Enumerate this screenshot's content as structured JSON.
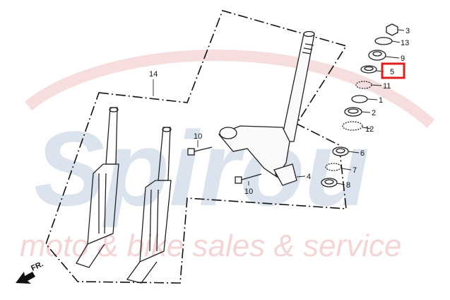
{
  "watermark": {
    "brand": "Spirou",
    "tagline": "moto & bike sales & service"
  },
  "diagram": {
    "group_label": "14",
    "direction_label": "FR.",
    "highlighted_part": "5",
    "colors": {
      "highlight": "#e0201c",
      "watermark_blue": "#dbe3ee",
      "watermark_red": "#f4d5d5",
      "ink": "#222222"
    },
    "parts": [
      {
        "label": "3"
      },
      {
        "label": "13"
      },
      {
        "label": "9"
      },
      {
        "label": "5"
      },
      {
        "label": "11"
      },
      {
        "label": "1"
      },
      {
        "label": "2"
      },
      {
        "label": "12"
      },
      {
        "label": "6"
      },
      {
        "label": "7"
      },
      {
        "label": "8"
      },
      {
        "label": "10"
      },
      {
        "label": "10"
      },
      {
        "label": "4"
      }
    ]
  }
}
